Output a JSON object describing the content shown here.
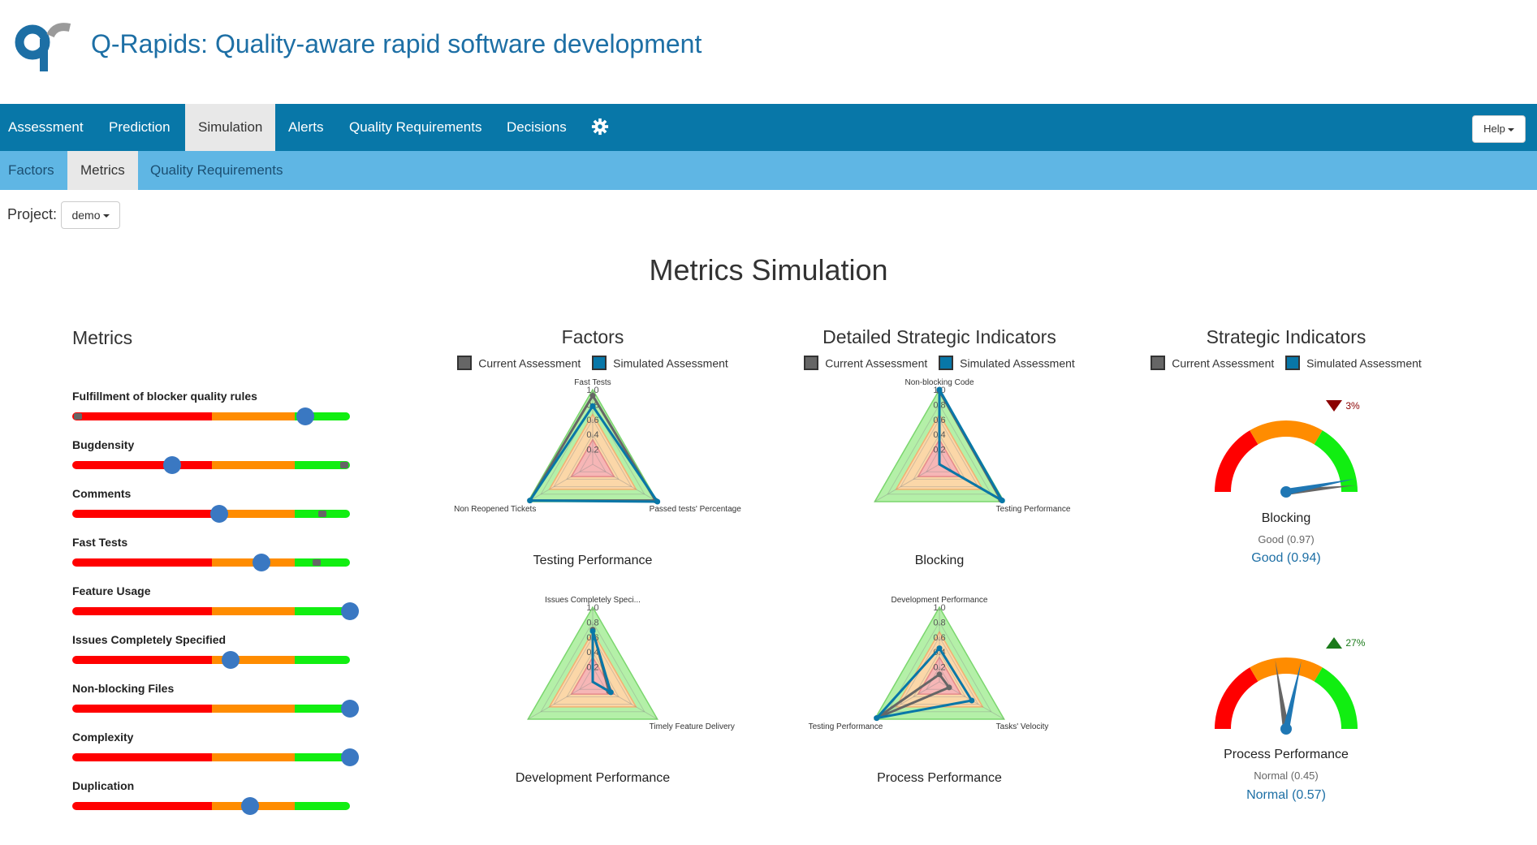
{
  "app": {
    "title": "Q-Rapids: Quality-aware rapid software development"
  },
  "colors": {
    "navbar": "#0877a8",
    "subnav": "#5fb6e4",
    "current": "#666666",
    "simulated": "#0877a8",
    "red": "#ff0000",
    "orange": "#ff8c00",
    "green": "#11ee11"
  },
  "nav": {
    "items": [
      {
        "label": "Assessment",
        "active": false
      },
      {
        "label": "Prediction",
        "active": false
      },
      {
        "label": "Simulation",
        "active": true
      },
      {
        "label": "Alerts",
        "active": false
      },
      {
        "label": "Quality Requirements",
        "active": false
      },
      {
        "label": "Decisions",
        "active": false
      }
    ],
    "settings_icon": "gear-icon",
    "help_label": "Help"
  },
  "subnav": {
    "items": [
      {
        "label": "Factors",
        "active": false
      },
      {
        "label": "Metrics",
        "active": true
      },
      {
        "label": "Quality Requirements",
        "active": false
      }
    ]
  },
  "project": {
    "label": "Project:",
    "selected": "demo"
  },
  "page": {
    "heading": "Metrics Simulation"
  },
  "metrics_panel": {
    "title": "Metrics",
    "metrics": [
      {
        "label": "Fulfillment of blocker quality rules",
        "current": 0.02,
        "simulated": 0.84
      },
      {
        "label": "Bugdensity",
        "current": 0.98,
        "simulated": 0.36
      },
      {
        "label": "Comments",
        "current": 0.9,
        "simulated": 0.53
      },
      {
        "label": "Fast Tests",
        "current": 0.88,
        "simulated": 0.68
      },
      {
        "label": "Feature Usage",
        "current": null,
        "simulated": 1.0
      },
      {
        "label": "Issues Completely Specified",
        "current": null,
        "simulated": 0.57
      },
      {
        "label": "Non-blocking Files",
        "current": null,
        "simulated": 1.0
      },
      {
        "label": "Complexity",
        "current": null,
        "simulated": 1.0
      },
      {
        "label": "Duplication",
        "current": null,
        "simulated": 0.64
      }
    ]
  },
  "legend": {
    "current": "Current Assessment",
    "simulated": "Simulated Assessment"
  },
  "factors": {
    "title": "Factors",
    "charts": [
      {
        "caption": "Testing Performance",
        "axes": [
          "Fast Tests",
          "Passed tests' Percentage",
          "Non Reopened Tickets"
        ],
        "current": [
          0.92,
          0.97,
          0.97
        ],
        "simulated": [
          0.78,
          1.0,
          0.97
        ]
      },
      {
        "caption": "Development Performance",
        "axes": [
          "Issues Completely Speci...",
          "Timely Feature Delivery"
        ],
        "current": [
          0.7,
          0.25
        ],
        "simulated": [
          0.68,
          0.28
        ]
      }
    ]
  },
  "dsi": {
    "title": "Detailed Strategic Indicators",
    "charts": [
      {
        "caption": "Blocking",
        "axes": [
          "Non-blocking Code",
          "Testing Performance"
        ],
        "current": [
          0.98,
          0.95
        ],
        "simulated": [
          1.0,
          0.97
        ]
      },
      {
        "caption": "Process Performance",
        "axes": [
          "Development Performance",
          "Tasks' Velocity",
          "Testing Performance"
        ],
        "current": [
          0.1,
          0.15,
          0.97
        ],
        "simulated": [
          0.45,
          0.5,
          0.97
        ]
      }
    ]
  },
  "radar_ticks": [
    "1.0",
    "0.8",
    "0.6",
    "0.4",
    "0.2"
  ],
  "si": {
    "title": "Strategic Indicators",
    "gauges": [
      {
        "name": "Blocking",
        "current_text": "Good (0.97)",
        "simulated_text": "Good (0.94)",
        "current": 0.97,
        "simulated": 0.94,
        "change": "3%",
        "direction": "down"
      },
      {
        "name": "Process Performance",
        "current_text": "Normal (0.45)",
        "simulated_text": "Normal (0.57)",
        "current": 0.45,
        "simulated": 0.57,
        "change": "27%",
        "direction": "up"
      }
    ]
  }
}
